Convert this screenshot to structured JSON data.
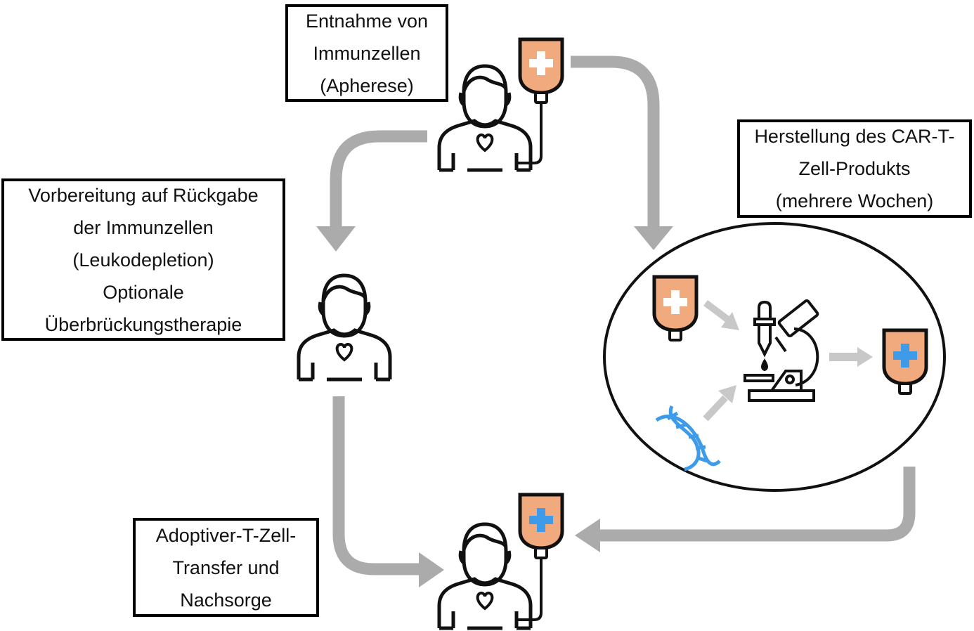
{
  "steps": {
    "apherese": {
      "lines": [
        "Entnahme von",
        "Immunzellen",
        "(Apherese)"
      ]
    },
    "herstellung": {
      "lines": [
        "Herstellung des CAR-T-",
        "Zell-Produkts",
        "(mehrere Wochen)"
      ]
    },
    "vorbereitung": {
      "lines": [
        "Vorbereitung auf Rückgabe",
        "der Immunzellen",
        "(Leukodepletion)",
        "Optionale",
        "Überbrückungstherapie"
      ]
    },
    "transfer": {
      "lines": [
        "Adoptiver-T-Zell-",
        "Transfer und",
        "Nachsorge"
      ]
    }
  },
  "colors": {
    "arrow": "#ababab",
    "bag_fill": "#f0aa7e",
    "cross_untreated": "#ffffff",
    "cross_modified": "#3d9be9",
    "dna": "#3d9be9",
    "outline": "#111111"
  },
  "icons": {
    "patient": "patient-icon",
    "infusion_bag": "infusion-bag-icon",
    "microscope": "microscope-icon",
    "pipette": "pipette-icon",
    "dna": "dna-icon"
  }
}
